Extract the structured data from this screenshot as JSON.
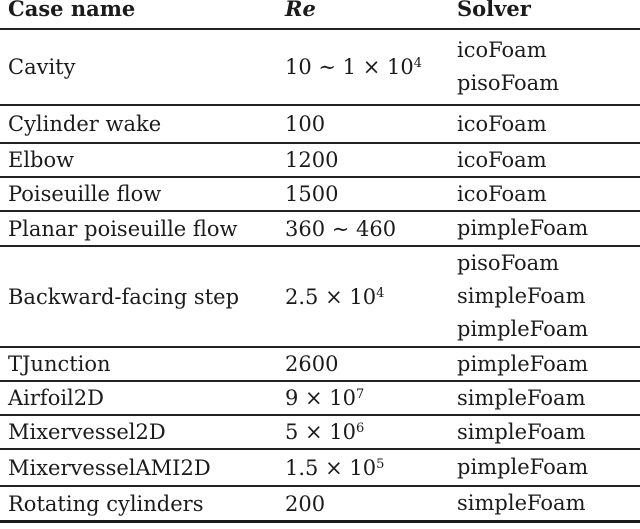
{
  "header": {
    "case": "Case name",
    "re": "Re",
    "solver": "Solver"
  },
  "rows": [
    {
      "case": "Cavity",
      "re_base": "10 ∼ 1 × 10",
      "re_sup": "4",
      "solvers": [
        "icoFoam",
        "pisoFoam"
      ],
      "h": 76
    },
    {
      "case": "Cylinder wake",
      "re_base": "100",
      "re_sup": "",
      "solvers": [
        "icoFoam"
      ],
      "h": 38
    },
    {
      "case": "Elbow",
      "re_base": "1200",
      "re_sup": "",
      "solvers": [
        "icoFoam"
      ],
      "h": 34
    },
    {
      "case": "Poiseuille flow",
      "re_base": "1500",
      "re_sup": "",
      "solvers": [
        "icoFoam"
      ],
      "h": 34
    },
    {
      "case": "Planar poiseuille flow",
      "re_base": "360 ∼ 460",
      "re_sup": "",
      "solvers": [
        "pimpleFoam"
      ],
      "h": 35
    },
    {
      "case": "Backward-facing step",
      "re_base": "2.5 × 10",
      "re_sup": "4",
      "solvers": [
        "pisoFoam",
        "simpleFoam",
        "pimpleFoam"
      ],
      "h": 101
    },
    {
      "case": "TJunction",
      "re_base": "2600",
      "re_sup": "",
      "solvers": [
        "pimpleFoam"
      ],
      "h": 34
    },
    {
      "case": "Airfoil2D",
      "re_base": "9 × 10",
      "re_sup": "7",
      "solvers": [
        "simpleFoam"
      ],
      "h": 34
    },
    {
      "case": "Mixervessel2D",
      "re_base": "5 × 10",
      "re_sup": "6",
      "solvers": [
        "simpleFoam"
      ],
      "h": 34
    },
    {
      "case": "MixervesselAMI2D",
      "re_base": "1.5 × 10",
      "re_sup": "5",
      "solvers": [
        "pimpleFoam"
      ],
      "h": 37
    },
    {
      "case": "Rotating cylinders",
      "re_base": "200",
      "re_sup": "",
      "solvers": [
        "simpleFoam"
      ],
      "h": 36
    }
  ],
  "colors": {
    "text": "#1b1b1b",
    "rule": "#222222"
  }
}
